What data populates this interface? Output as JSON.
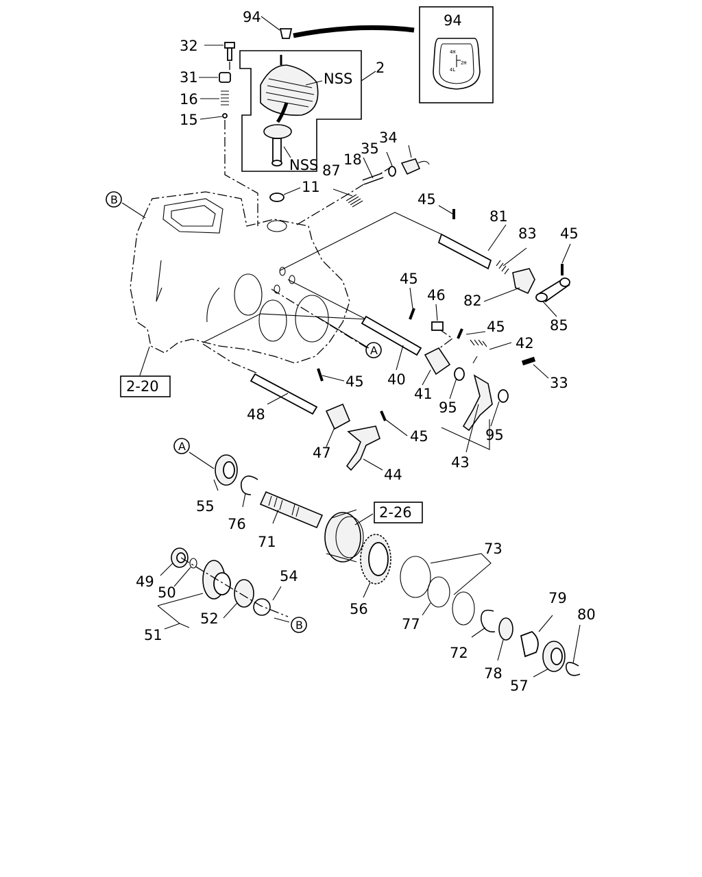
{
  "labels": {
    "p94": "94",
    "p32": "32",
    "p2": "2",
    "nss1": "NSS",
    "p31": "31",
    "p16": "16",
    "p15": "15",
    "nss2": "NSS",
    "p34": "34",
    "p35": "35",
    "p18": "18",
    "p87": "87",
    "p11": "11",
    "b1": "B",
    "p45a": "45",
    "p81": "81",
    "p83": "83",
    "p45b": "45",
    "p82": "82",
    "p85": "85",
    "p45c": "45",
    "p46": "46",
    "p45d": "45",
    "p42": "42",
    "a1": "A",
    "p40": "40",
    "p33": "33",
    "p41": "41",
    "p95a": "95",
    "p95b": "95",
    "ref220": "2-20",
    "p45e": "45",
    "p48": "48",
    "p45f": "45",
    "p47": "47",
    "p44": "44",
    "p43": "43",
    "a2": "A",
    "p55": "55",
    "p76": "76",
    "ref226": "2-26",
    "p71": "71",
    "p73": "73",
    "p49": "49",
    "p54": "54",
    "p50": "50",
    "p52": "52",
    "b2": "B",
    "p51": "51",
    "p56": "56",
    "p77": "77",
    "p79": "79",
    "p80": "80",
    "p72": "72",
    "p78": "78",
    "p57": "57"
  },
  "inset": {
    "title": "94",
    "pattern_4h": "4H",
    "pattern_2h": "2H",
    "pattern_4l": "4L"
  }
}
